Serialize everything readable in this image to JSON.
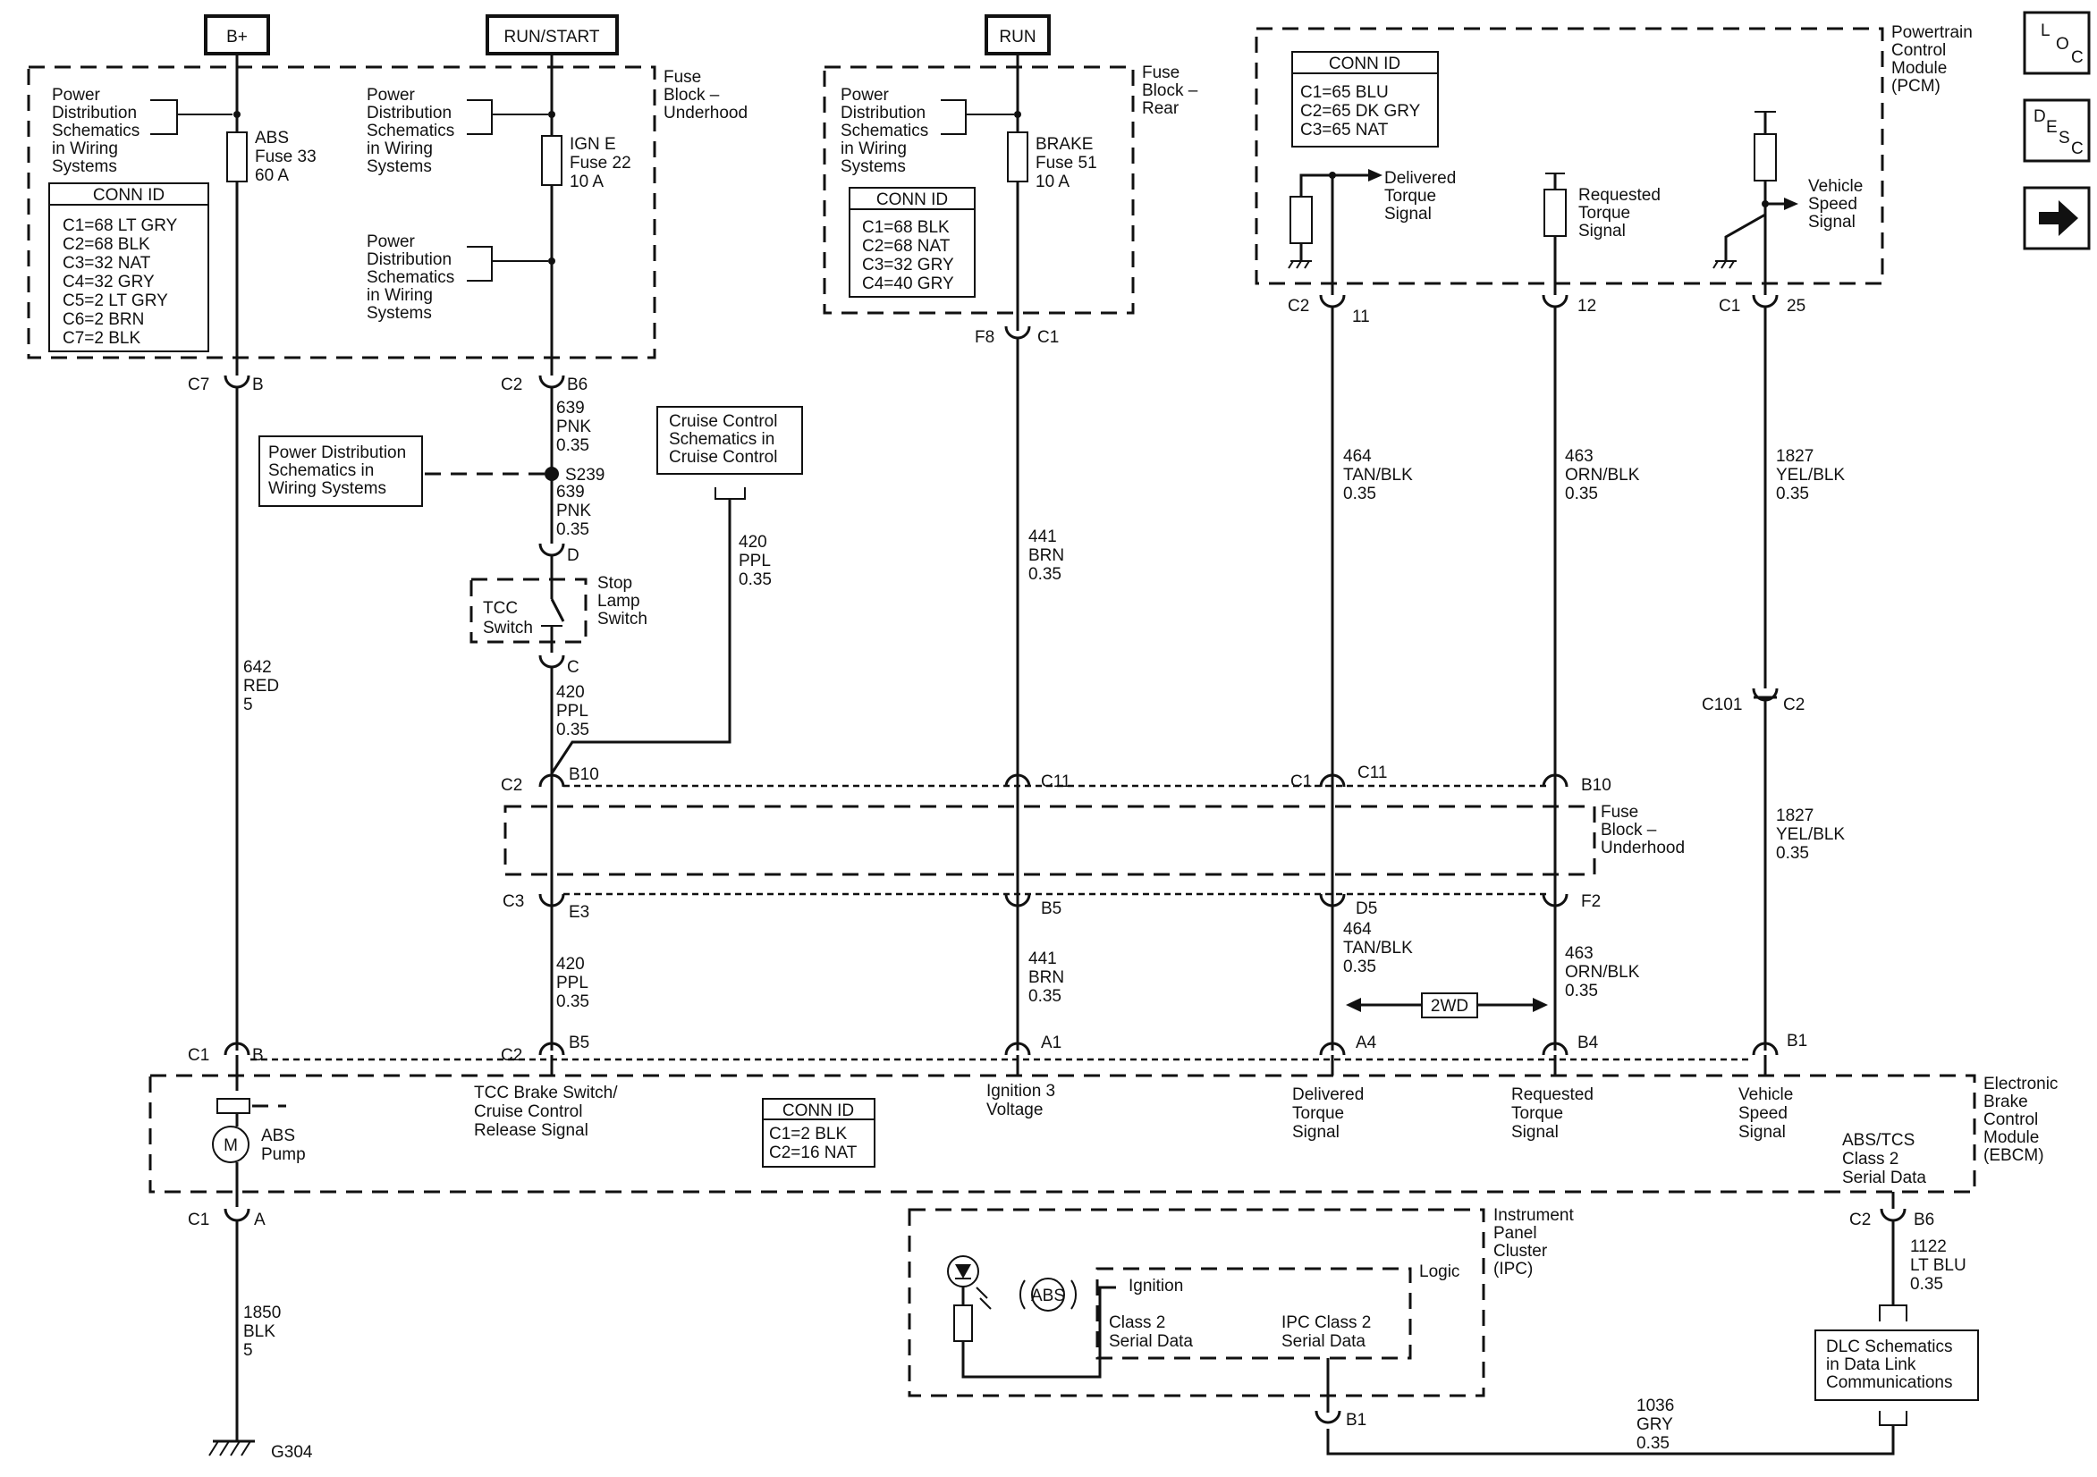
{
  "supplies": {
    "bplus": "B+",
    "run_start": "RUN/START",
    "run": "RUN"
  },
  "nav": {
    "loc": [
      "L",
      "O",
      "C"
    ],
    "desc": [
      "D",
      "E",
      "S",
      "C"
    ],
    "next_icon": "arrow-right-icon"
  },
  "pd_ref": [
    "Power",
    "Distribution",
    "Schematics",
    "in Wiring",
    "Systems"
  ],
  "fuse_block_underhood": [
    "Fuse",
    "Block –",
    "Underhood"
  ],
  "fuse_block_rear": [
    "Fuse",
    "Block –",
    "Rear"
  ],
  "fuse_abs": [
    "ABS",
    "Fuse 33",
    "60 A"
  ],
  "fuse_ign": [
    "IGN E",
    "Fuse 22",
    "10 A"
  ],
  "fuse_brake": [
    "BRAKE",
    "Fuse 51",
    "10 A"
  ],
  "conn_id_label": "CONN ID",
  "conn_ub": [
    "C1=68 LT GRY",
    "C2=68 BLK",
    "C3=32 NAT",
    "C4=32 GRY",
    "C5=2 LT GRY",
    "C6=2 BRN",
    "C7=2 BLK"
  ],
  "conn_rear": [
    "C1=68 BLK",
    "C2=68 NAT",
    "C3=32 GRY",
    "C4=40 GRY"
  ],
  "conn_pcm": [
    "C1=65 BLU",
    "C2=65 DK GRY",
    "C3=65 NAT"
  ],
  "conn_ebcm": [
    "C1=2 BLK",
    "C2=16 NAT"
  ],
  "pcm": {
    "title": [
      "Powertrain",
      "Control",
      "Module",
      "(PCM)"
    ],
    "delivered": [
      "Delivered",
      "Torque",
      "Signal"
    ],
    "requested": [
      "Requested",
      "Torque",
      "Signal"
    ],
    "vss": [
      "Vehicle",
      "Speed",
      "Signal"
    ]
  },
  "ebcm": {
    "title": [
      "Electronic",
      "Brake",
      "Control",
      "Module",
      "(EBCM)"
    ],
    "tcc": [
      "TCC Brake Switch/",
      "Cruise Control",
      "Release Signal"
    ],
    "ign": [
      "Ignition 3",
      "Voltage"
    ],
    "delivered": [
      "Delivered",
      "Torque",
      "Signal"
    ],
    "requested": [
      "Requested",
      "Torque",
      "Signal"
    ],
    "vss": [
      "Vehicle",
      "Speed",
      "Signal"
    ],
    "serial": [
      "ABS/TCS",
      "Class 2",
      "Serial Data"
    ],
    "pump": [
      "ABS",
      "Pump"
    ],
    "motor": "M"
  },
  "pd_box": [
    "Power Distribution",
    "Schematics in",
    "Wiring Systems"
  ],
  "cruise_box": [
    "Cruise Control",
    "Schematics in",
    "Cruise Control"
  ],
  "dlc_box": [
    "DLC Schematics",
    "in Data Link",
    "Communications"
  ],
  "stop_lamp": [
    "Stop",
    "Lamp",
    "Switch"
  ],
  "tcc_switch": [
    "TCC",
    "Switch"
  ],
  "splice": "S239",
  "ground": "G304",
  "ipc": {
    "title": [
      "Instrument",
      "Panel",
      "Cluster",
      "(IPC)"
    ],
    "logic": "Logic",
    "ignition": "Ignition",
    "class2": [
      "Class 2",
      "Serial Data"
    ],
    "ipc_class2": [
      "IPC Class 2",
      "Serial Data"
    ],
    "abs": "ABS"
  },
  "twowd": "2WD",
  "connectors": {
    "c7": "C7",
    "b_a": "B",
    "c2": "C2",
    "b6": "B6",
    "d": "D",
    "c": "C",
    "f8": "F8",
    "c1": "C1",
    "c2p": "C2",
    "n11": "11",
    "n12": "12",
    "c1p": "C1",
    "n25": "25",
    "c101": "C101",
    "c2c": "C2",
    "b10": "B10",
    "c11": "C11",
    "c1r": "C1",
    "c11r": "C11",
    "b10r": "B10",
    "c3": "C3",
    "e3": "E3",
    "b5": "B5",
    "d5": "D5",
    "f2": "F2",
    "c1b": "C1",
    "bb": "B",
    "c2b": "C2",
    "b5b": "B5",
    "a1": "A1",
    "a4": "A4",
    "b4": "B4",
    "b1": "B1",
    "c1a": "C1",
    "aa": "A",
    "c2s": "C2",
    "b6s": "B6",
    "b1i": "B1"
  },
  "wires": {
    "w639a": [
      "639",
      "PNK",
      "0.35"
    ],
    "w639b": [
      "639",
      "PNK",
      "0.35"
    ],
    "w420c": [
      "420",
      "PPL",
      "0.35"
    ],
    "w420a": [
      "420",
      "PPL",
      "0.35"
    ],
    "w420b": [
      "420",
      "PPL",
      "0.35"
    ],
    "w642": [
      "642",
      "RED",
      "5"
    ],
    "w441a": [
      "441",
      "BRN",
      "0.35"
    ],
    "w441b": [
      "441",
      "BRN",
      "0.35"
    ],
    "w464a": [
      "464",
      "TAN/BLK",
      "0.35"
    ],
    "w464b": [
      "464",
      "TAN/BLK",
      "0.35"
    ],
    "w463a": [
      "463",
      "ORN/BLK",
      "0.35"
    ],
    "w463b": [
      "463",
      "ORN/BLK",
      "0.35"
    ],
    "w1827a": [
      "1827",
      "YEL/BLK",
      "0.35"
    ],
    "w1827b": [
      "1827",
      "YEL/BLK",
      "0.35"
    ],
    "w1850": [
      "1850",
      "BLK",
      "5"
    ],
    "w1122": [
      "1122",
      "LT BLU",
      "0.35"
    ],
    "w1036": [
      "1036",
      "GRY",
      "0.35"
    ]
  }
}
